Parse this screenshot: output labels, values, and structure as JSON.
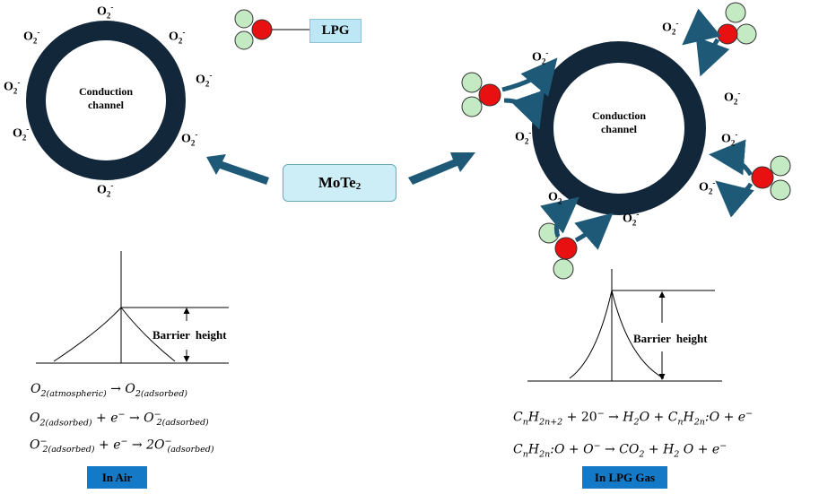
{
  "center_label": {
    "main": "MoTe",
    "sub": "2"
  },
  "lpg_label": "LPG",
  "oxygen_ion": {
    "main": "O",
    "sub": "2",
    "sup": "-"
  },
  "oxygen_ion_single": {
    "main": "O",
    "sup": "-"
  },
  "ring_text": "Conduction channel",
  "barrier_label": "Barrier  height",
  "in_air_label": "In Air",
  "in_lpg_label": "In LPG Gas",
  "colors": {
    "ring": "#13273a",
    "arrow": "#1e5a78",
    "box_fill": "#cdeef6",
    "label_blue": "#1479c6",
    "atom_red": "#e81010",
    "atom_green": "#c3eac3"
  },
  "equations_air": [
    "O2(atmospheric) → O2(adsorbed)",
    "O2(adsorbed) + e− → O2−(adsorbed)",
    "O2−(adsorbed) + e− → 2O−(adsorbed)"
  ],
  "equations_lpg": [
    "CnH2n+2 + 20− → H2O + CnH2n:O + e−",
    "CnH2n:O + O− → CO2 + H2O + e−"
  ]
}
